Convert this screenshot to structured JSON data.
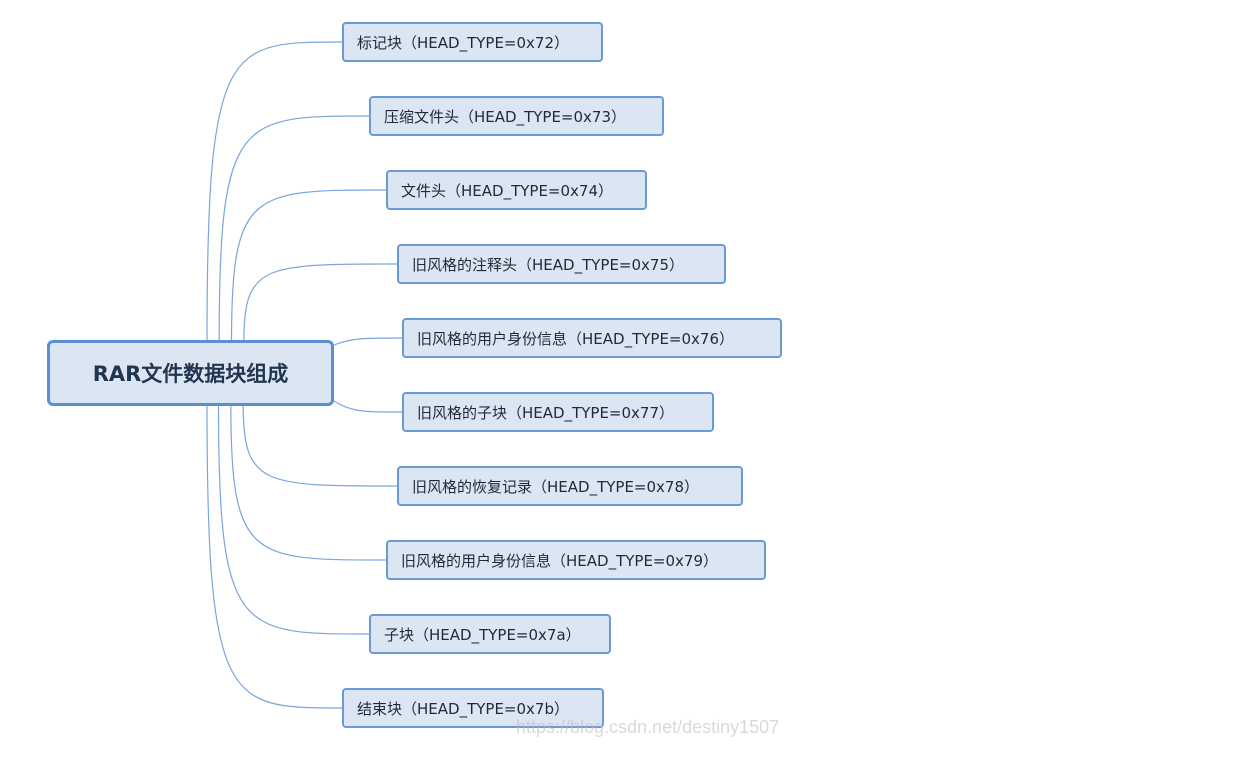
{
  "mindmap": {
    "root": "RAR文件数据块组成",
    "children": [
      "标记块（HEAD_TYPE=0x72）",
      "压缩文件头（HEAD_TYPE=0x73）",
      "文件头（HEAD_TYPE=0x74）",
      "旧风格的注释头（HEAD_TYPE=0x75）",
      "旧风格的用户身份信息（HEAD_TYPE=0x76）",
      "旧风格的子块（HEAD_TYPE=0x77）",
      "旧风格的恢复记录（HEAD_TYPE=0x78）",
      "旧风格的用户身份信息（HEAD_TYPE=0x79）",
      "子块（HEAD_TYPE=0x7a）",
      "结束块（HEAD_TYPE=0x7b）"
    ]
  },
  "watermark": "https://blog.csdn.net/destiny1507",
  "colors": {
    "node_fill": "#dce6f2",
    "node_border": "#6a9ad6",
    "connector": "#7aa6dc"
  }
}
